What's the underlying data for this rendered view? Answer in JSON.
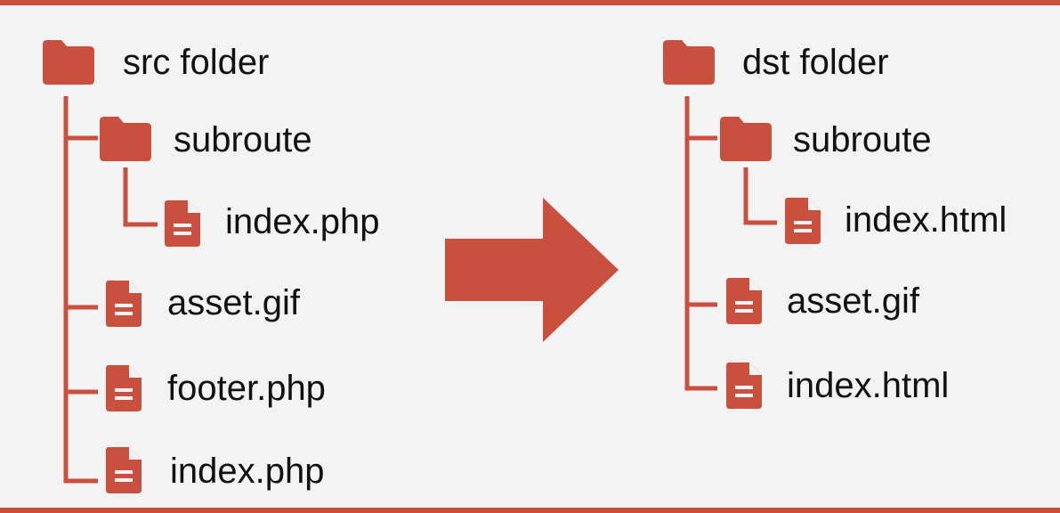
{
  "colors": {
    "accent": "#c9503f",
    "background": "#f3f3f3",
    "text": "#111111"
  },
  "icons": {
    "folder": "folder-icon",
    "file": "file-icon",
    "arrow": "arrow-right-icon"
  },
  "src": {
    "root": "src folder",
    "subroute": "subroute",
    "subroute_file": "index.php",
    "files": [
      "asset.gif",
      "footer.php",
      "index.php"
    ]
  },
  "dst": {
    "root": "dst folder",
    "subroute": "subroute",
    "subroute_file": "index.html",
    "files": [
      "asset.gif",
      "index.html"
    ]
  }
}
